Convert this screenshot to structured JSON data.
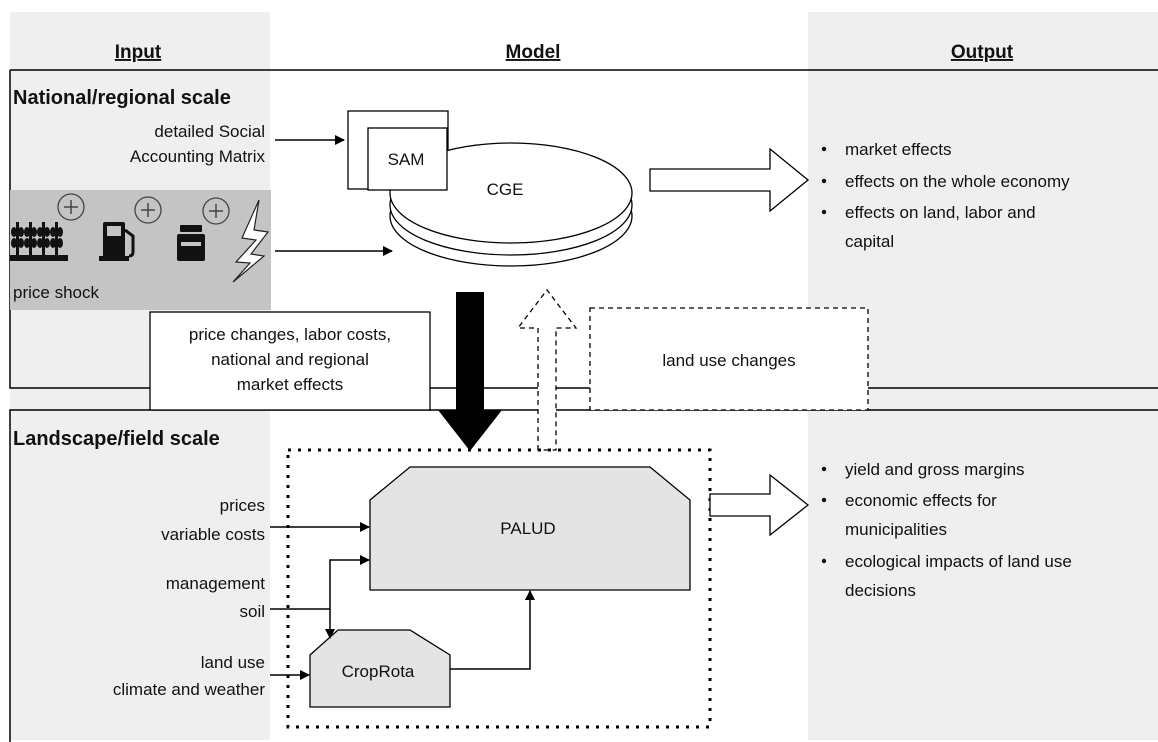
{
  "headers": {
    "input": "Input",
    "model": "Model",
    "output": "Output"
  },
  "sections": {
    "national": "National/regional scale",
    "landscape": "Landscape/field scale"
  },
  "national": {
    "input_sam_lines": [
      "detailed Social",
      "Accounting Matrix"
    ],
    "price_shock_label": "price shock",
    "shock_icons": [
      "wheat-icon",
      "fuel-pump-icon",
      "fertilizer-icon",
      "lightning-icon"
    ],
    "model": {
      "sam": "SAM",
      "cge": "CGE"
    },
    "outputs": [
      "market effects",
      "effects on the whole economy",
      "effects on land, labor and",
      "capital"
    ]
  },
  "links": {
    "down_box_lines": [
      "price changes, labor costs,",
      "national and regional",
      "market effects"
    ],
    "up_box": "land use changes"
  },
  "landscape": {
    "input_groups": [
      {
        "lines": [
          "prices",
          "variable costs"
        ]
      },
      {
        "lines": [
          "management",
          "soil"
        ]
      },
      {
        "lines": [
          "land use",
          "climate and weather"
        ]
      }
    ],
    "model": {
      "palud": "PALUD",
      "croprota": "CropRota"
    },
    "outputs": [
      "yield and gross margins",
      "economic effects for",
      "municipalities",
      "ecological impacts of land use",
      "decisions"
    ]
  },
  "colors": {
    "panel_bg": "#efefef",
    "shock_bg": "#c4c4c4",
    "model_fill": "#e4e4e4",
    "line": "#000000"
  }
}
